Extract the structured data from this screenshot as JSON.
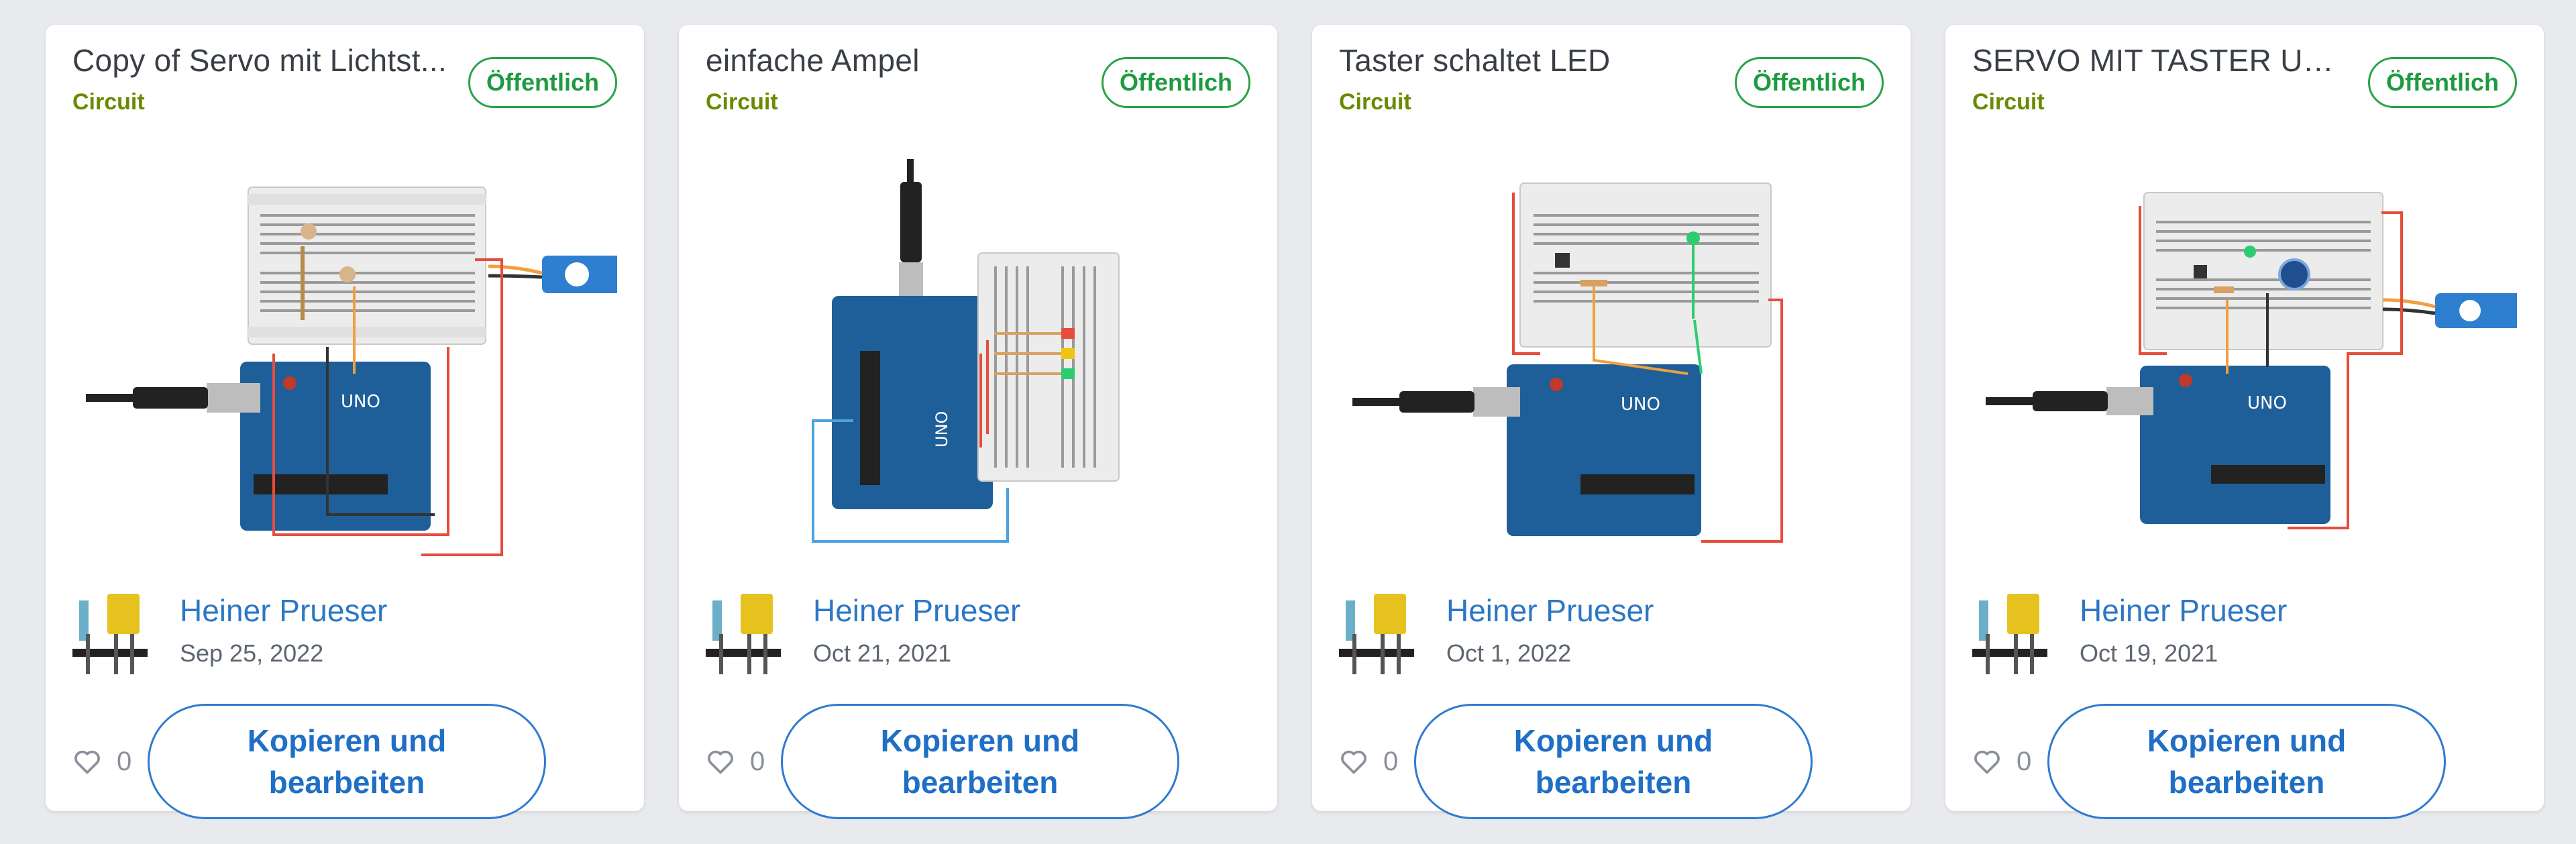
{
  "cards": [
    {
      "title": "Copy of Servo mit Lichtst...",
      "type": "Circuit",
      "visibility": "Öffentlich",
      "author": "Heiner Prueser",
      "date": "Sep 25, 2022",
      "likes": "0",
      "copy_button": "Kopieren und bearbeiten",
      "thumbnail": "arduino-breadboard-servo-photoresistors"
    },
    {
      "title": "einfache Ampel",
      "type": "Circuit",
      "visibility": "Öffentlich",
      "author": "Heiner Prueser",
      "date": "Oct 21, 2021",
      "likes": "0",
      "copy_button": "Kopieren und bearbeiten",
      "thumbnail": "arduino-vertical-breadboard-traffic-light-leds"
    },
    {
      "title": "Taster schaltet LED",
      "type": "Circuit",
      "visibility": "Öffentlich",
      "author": "Heiner Prueser",
      "date": "Oct 1, 2022",
      "likes": "0",
      "copy_button": "Kopieren und bearbeiten",
      "thumbnail": "arduino-breadboard-button-led"
    },
    {
      "title": "SERVO MIT TASTER UND ...",
      "type": "Circuit",
      "visibility": "Öffentlich",
      "author": "Heiner Prueser",
      "date": "Oct 19, 2021",
      "likes": "0",
      "copy_button": "Kopieren und bearbeiten",
      "thumbnail": "arduino-breadboard-button-potentiometer-servo"
    }
  ],
  "colors": {
    "background": "#e9eaee",
    "badge_green": "#2aa34a",
    "circuit_label": "#6a8a00",
    "link_blue": "#2c77c4",
    "arduino_blue": "#1f5f99"
  },
  "icons": {
    "like": "heart-outline-icon",
    "avatar": "led-components-avatar"
  }
}
